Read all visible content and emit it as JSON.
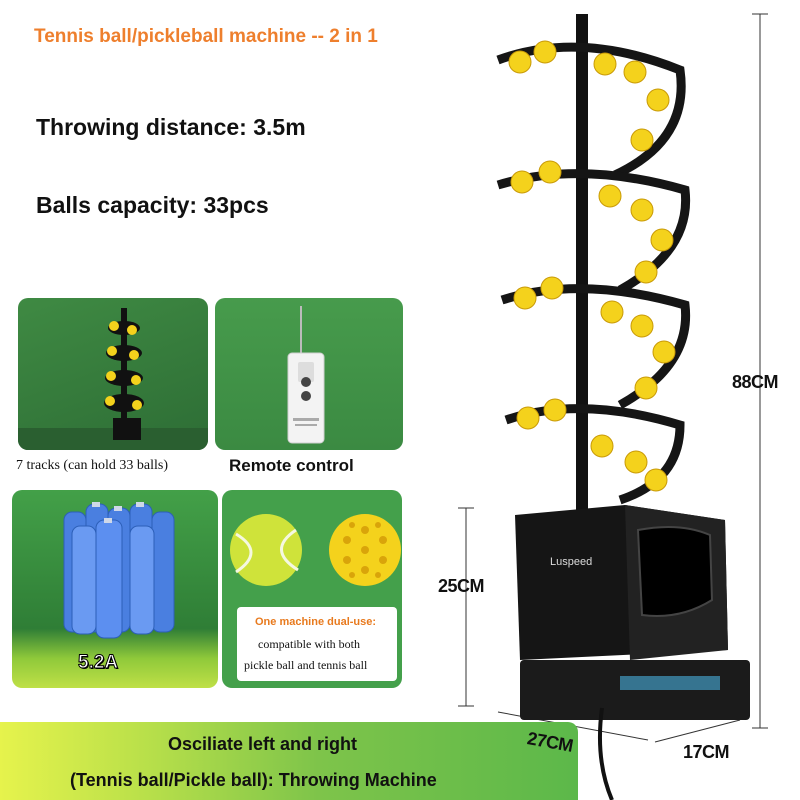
{
  "header": {
    "title": "Tennis ball/pickleball machine -- 2 in 1",
    "spec_distance": "Throwing distance: 3.5m",
    "spec_capacity": "Balls capacity: 33pcs"
  },
  "panels": {
    "tracks_caption": "7 tracks (can hold 33 balls)",
    "remote_caption": "Remote control",
    "battery_label": "5.2A",
    "dual_use_title": "One machine dual-use:",
    "dual_use_line1": "compatible with both",
    "dual_use_line2": "pickle ball and tennis ball"
  },
  "footer": {
    "line1": "Osciliate left and right",
    "line2": "(Tennis ball/Pickle ball): Throwing Machine"
  },
  "dimensions": {
    "height_total": "88CM",
    "height_base": "25CM",
    "length": "27CM",
    "width": "17CM"
  },
  "product": {
    "brand": "Luspeed"
  },
  "colors": {
    "title_orange": "#ee7f2d",
    "panel_green": "#3f8a43",
    "ball_yellow": "#f4d21c",
    "tennis_ball": "#cfe33a",
    "machine_black": "#151515"
  }
}
